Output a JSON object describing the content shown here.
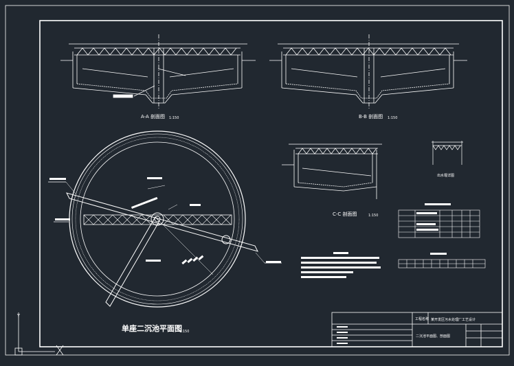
{
  "drawing": {
    "section_aa": {
      "label": "A-A 剖面图",
      "scale": "1:150"
    },
    "section_bb": {
      "label": "B-B 剖面图",
      "scale": "1:150"
    },
    "section_cc": {
      "label": "C-C 剖面图",
      "scale": "1:150"
    },
    "detail_label": "出水堰详图",
    "plan_title": "单座二沉池平面图",
    "plan_scale": "1:150"
  },
  "title_block": {
    "project_label": "工程名称",
    "project_name": "某开发区污水处理厂工艺设计",
    "drawing_name": "二沉池平面图、剖面图"
  },
  "colors": {
    "background": "#212830",
    "line": "#ffffff"
  }
}
